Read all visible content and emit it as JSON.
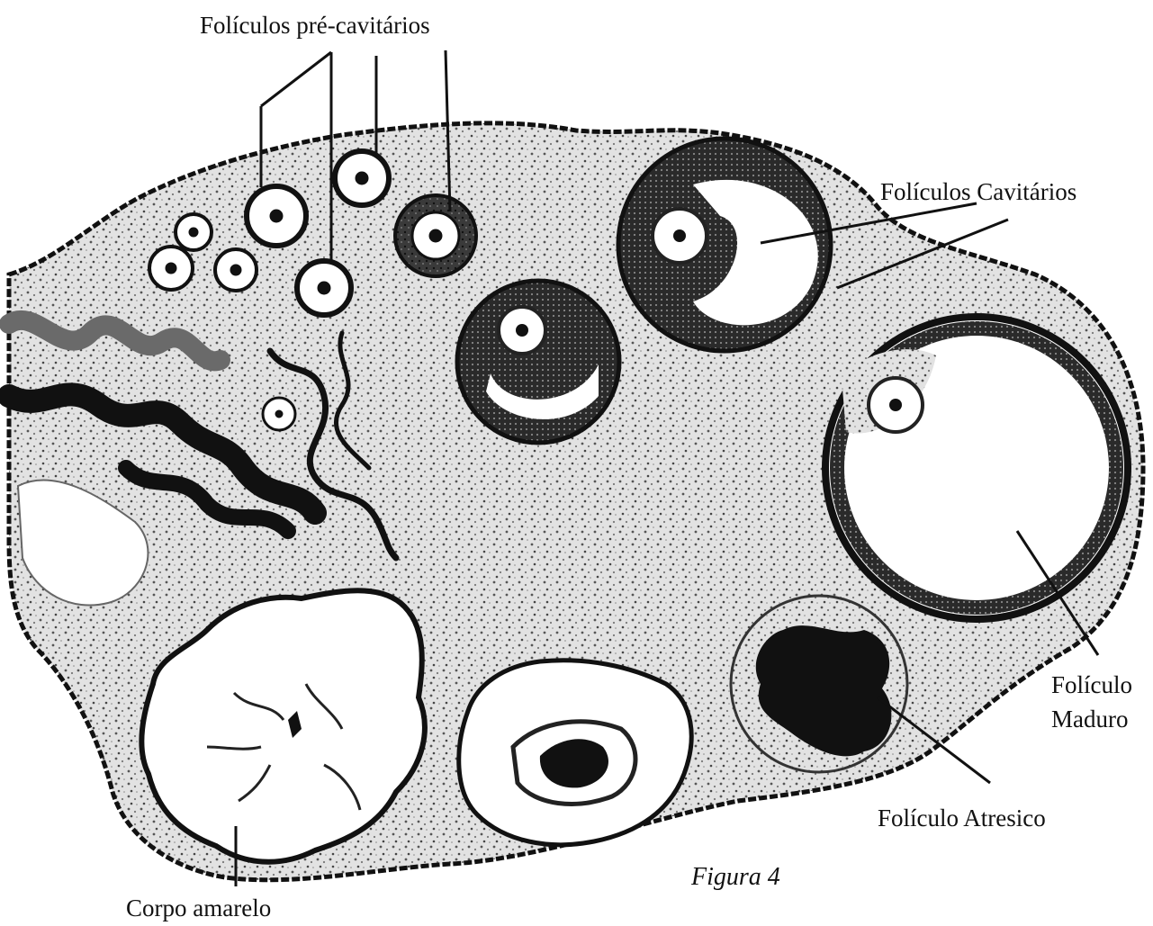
{
  "diagram": {
    "labels": {
      "pre_cavitary": "Folículos pré-cavitários",
      "cavitary": "Folículos Cavitários",
      "mature_line1": "Folículo",
      "mature_line2": "Maduro",
      "atretic": "Folículo Atresico",
      "corpus_luteum": "Corpo amarelo",
      "figure_caption": "Figura 4"
    },
    "colors": {
      "ink": "#111111",
      "stroma": "#9a9a9a",
      "background": "#ffffff"
    }
  }
}
